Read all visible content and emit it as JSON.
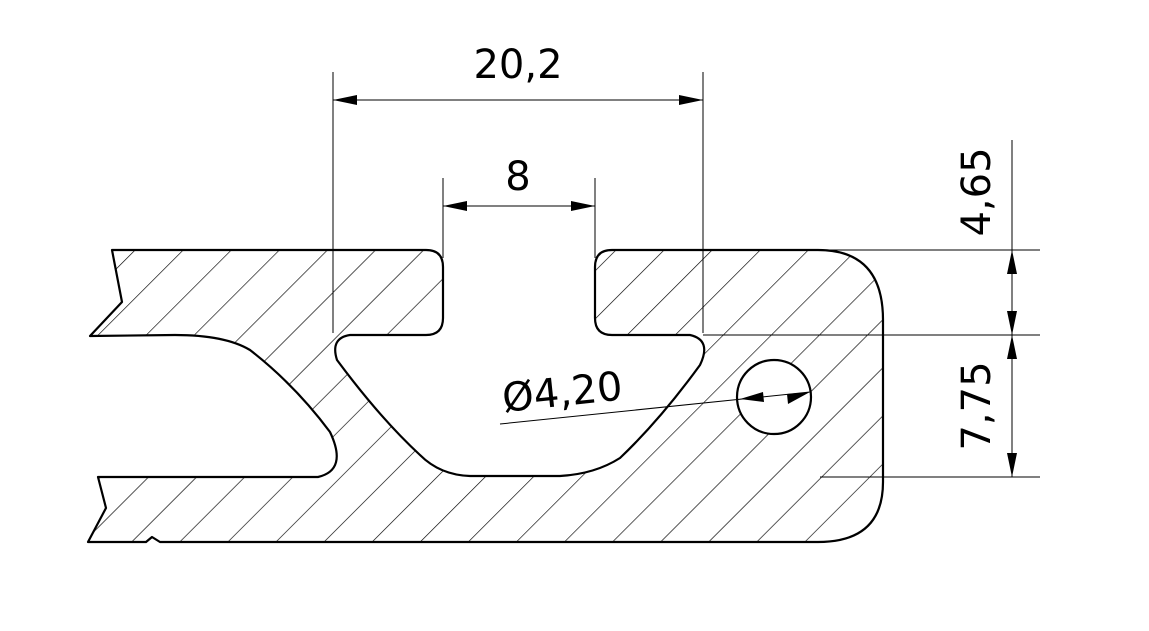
{
  "dimensions": {
    "width_overall": "20,2",
    "slot_width": "8",
    "top_thickness": "4,65",
    "lower_height": "7,75",
    "hole_diameter": "Ø4,20"
  }
}
